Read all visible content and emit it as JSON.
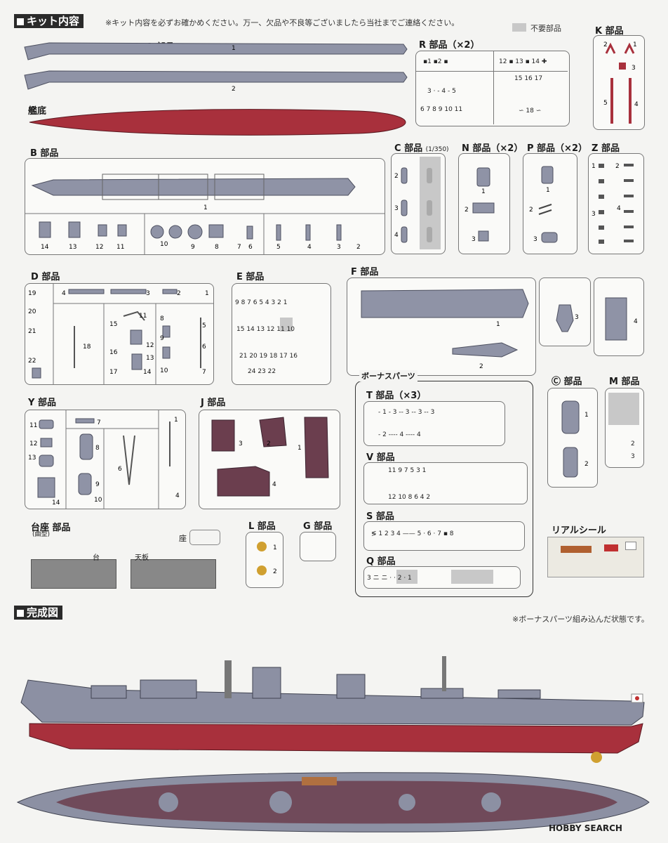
{
  "header": {
    "kit_title": "キット内容",
    "kit_note": "※キット内容を必ずお確かめください。万一、欠品や不良等ございましたら当社までご連絡ください。",
    "unused_legend": "不要部品",
    "complete_title": "完成図",
    "complete_note": "※ボーナスパーツ組み込んだ状態です。"
  },
  "parts": {
    "A": "A 部品",
    "hull_bottom": "艦底",
    "B": "B 部品",
    "R": "R 部品（×2）",
    "K": "K 部品",
    "C": "C 部品",
    "C_scale": "(1/350)",
    "N": "N 部品（×2）",
    "P": "P 部品（×2）",
    "Z": "Z 部品",
    "D": "D 部品",
    "E": "E 部品",
    "F": "F 部品",
    "Y": "Y 部品",
    "J": "J 部品",
    "stand": "台座 部品",
    "stand_sub": "(曲型)",
    "stand_za": "座",
    "stand_dai": "台",
    "stand_tenban": "天板",
    "L": "L 部品",
    "G": "G 部品",
    "bonus": "ボーナスパーツ",
    "T": "T 部品（×3）",
    "V": "V 部品",
    "S": "S 部品",
    "Q": "Q 部品",
    "C_circle": "Ⓒ 部品",
    "M": "M 部品",
    "seal": "リアルシール"
  },
  "watermark": "HOBBY SEARCH",
  "colors": {
    "hull_gray": "#8c90a3",
    "hull_red": "#a8303c",
    "deck_brown": "#6b3e4e",
    "unused_gray": "#c8c8c8"
  }
}
